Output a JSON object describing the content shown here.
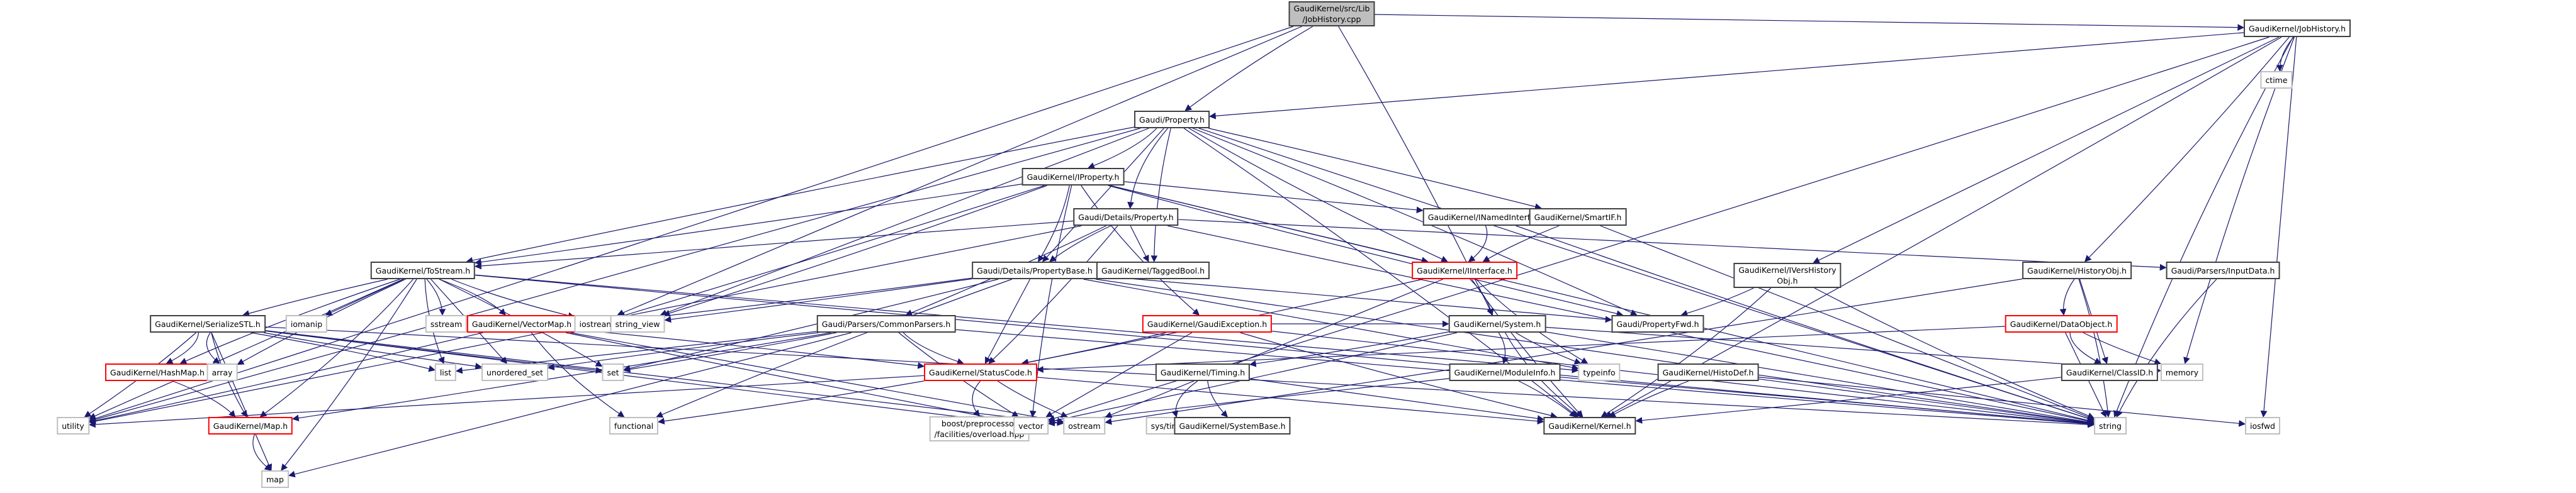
{
  "title": "GaudiKernel/src/Lib/JobHistory.cpp",
  "colors": {
    "edge": "#191970",
    "root_fill": "#bfbfbf",
    "red_border": "#ff0000",
    "ext_border": "#bfbfbf",
    "doc_border": "#404040"
  },
  "nodes": [
    {
      "id": "root",
      "label": "GaudiKernel/src/Lib\n/JobHistory.cpp",
      "kind": "root"
    },
    {
      "id": "jobhistory_h",
      "label": "GaudiKernel/JobHistory.h",
      "kind": "doc"
    },
    {
      "id": "ctime",
      "label": "ctime",
      "kind": "ext"
    },
    {
      "id": "property_h",
      "label": "Gaudi/Property.h",
      "kind": "doc"
    },
    {
      "id": "iproperty_h",
      "label": "GaudiKernel/IProperty.h",
      "kind": "doc"
    },
    {
      "id": "details_property_h",
      "label": "Gaudi/Details/Property.h",
      "kind": "doc"
    },
    {
      "id": "inamedinterface_h",
      "label": "GaudiKernel/INamedInterface.h",
      "kind": "doc"
    },
    {
      "id": "smartif_h",
      "label": "GaudiKernel/SmartIF.h",
      "kind": "doc"
    },
    {
      "id": "iinterface_h",
      "label": "GaudiKernel/IInterface.h",
      "kind": "red"
    },
    {
      "id": "iversh_h",
      "label": "GaudiKernel/IVersHistory\nObj.h",
      "kind": "doc"
    },
    {
      "id": "historyobj_h",
      "label": "GaudiKernel/HistoryObj.h",
      "kind": "doc"
    },
    {
      "id": "inputdata_h",
      "label": "Gaudi/Parsers/InputData.h",
      "kind": "doc"
    },
    {
      "id": "tostream_h",
      "label": "GaudiKernel/ToStream.h",
      "kind": "doc"
    },
    {
      "id": "propertybase_h",
      "label": "Gaudi/Details/PropertyBase.h",
      "kind": "doc"
    },
    {
      "id": "taggedbool_h",
      "label": "GaudiKernel/TaggedBool.h",
      "kind": "doc"
    },
    {
      "id": "serializestl_h",
      "label": "GaudiKernel/SerializeSTL.h",
      "kind": "doc"
    },
    {
      "id": "iomanip",
      "label": "iomanip",
      "kind": "ext"
    },
    {
      "id": "sstream",
      "label": "sstream",
      "kind": "ext"
    },
    {
      "id": "vectormap_h",
      "label": "GaudiKernel/VectorMap.h",
      "kind": "red"
    },
    {
      "id": "iostream",
      "label": "iostream",
      "kind": "ext"
    },
    {
      "id": "string_view",
      "label": "string_view",
      "kind": "ext"
    },
    {
      "id": "commonparsers_h",
      "label": "Gaudi/Parsers/CommonParsers.h",
      "kind": "doc"
    },
    {
      "id": "gaudiexception_h",
      "label": "GaudiKernel/GaudiException.h",
      "kind": "red"
    },
    {
      "id": "system_h",
      "label": "GaudiKernel/System.h",
      "kind": "doc"
    },
    {
      "id": "propertyfwd_h",
      "label": "Gaudi/PropertyFwd.h",
      "kind": "doc"
    },
    {
      "id": "dataobject_h",
      "label": "GaudiKernel/DataObject.h",
      "kind": "red"
    },
    {
      "id": "hashmap_h",
      "label": "GaudiKernel/HashMap.h",
      "kind": "red"
    },
    {
      "id": "array",
      "label": "array",
      "kind": "ext"
    },
    {
      "id": "list",
      "label": "list",
      "kind": "ext"
    },
    {
      "id": "unordered_set",
      "label": "unordered_set",
      "kind": "ext"
    },
    {
      "id": "set",
      "label": "set",
      "kind": "ext"
    },
    {
      "id": "statuscode_h",
      "label": "GaudiKernel/StatusCode.h",
      "kind": "red"
    },
    {
      "id": "timing_h",
      "label": "GaudiKernel/Timing.h",
      "kind": "doc"
    },
    {
      "id": "moduleinfo_h",
      "label": "GaudiKernel/ModuleInfo.h",
      "kind": "doc"
    },
    {
      "id": "typeinfo",
      "label": "typeinfo",
      "kind": "ext"
    },
    {
      "id": "histodef_h",
      "label": "GaudiKernel/HistoDef.h",
      "kind": "doc"
    },
    {
      "id": "classid_h",
      "label": "GaudiKernel/ClassID.h",
      "kind": "doc"
    },
    {
      "id": "memory",
      "label": "memory",
      "kind": "ext"
    },
    {
      "id": "utility",
      "label": "utility",
      "kind": "ext"
    },
    {
      "id": "map_h",
      "label": "GaudiKernel/Map.h",
      "kind": "red"
    },
    {
      "id": "functional",
      "label": "functional",
      "kind": "ext"
    },
    {
      "id": "boost_overload",
      "label": "boost/preprocessor\n/facilities/overload.hpp",
      "kind": "ext"
    },
    {
      "id": "vector",
      "label": "vector",
      "kind": "ext"
    },
    {
      "id": "ostream",
      "label": "ostream",
      "kind": "ext"
    },
    {
      "id": "systime_h",
      "label": "sys/time.h",
      "kind": "ext"
    },
    {
      "id": "systembase_h",
      "label": "GaudiKernel/SystemBase.h",
      "kind": "doc"
    },
    {
      "id": "kernel_h",
      "label": "GaudiKernel/Kernel.h",
      "kind": "doc"
    },
    {
      "id": "string",
      "label": "string",
      "kind": "ext"
    },
    {
      "id": "iosfwd",
      "label": "iosfwd",
      "kind": "ext"
    },
    {
      "id": "map",
      "label": "map",
      "kind": "ext"
    }
  ],
  "edges": [
    [
      "root",
      "jobhistory_h"
    ],
    [
      "root",
      "property_h"
    ],
    [
      "root",
      "iostream"
    ],
    [
      "root",
      "system_h"
    ],
    [
      "root",
      "utility"
    ],
    [
      "jobhistory_h",
      "property_h"
    ],
    [
      "jobhistory_h",
      "ctime"
    ],
    [
      "jobhistory_h",
      "iversh_h"
    ],
    [
      "jobhistory_h",
      "historyobj_h"
    ],
    [
      "jobhistory_h",
      "vector"
    ],
    [
      "jobhistory_h",
      "string"
    ],
    [
      "jobhistory_h",
      "memory"
    ],
    [
      "jobhistory_h",
      "iosfwd"
    ],
    [
      "jobhistory_h",
      "kernel_h"
    ],
    [
      "property_h",
      "iproperty_h"
    ],
    [
      "property_h",
      "details_property_h"
    ],
    [
      "property_h",
      "taggedbool_h"
    ],
    [
      "property_h",
      "propertybase_h"
    ],
    [
      "property_h",
      "smartif_h"
    ],
    [
      "property_h",
      "propertyfwd_h"
    ],
    [
      "property_h",
      "tostream_h"
    ],
    [
      "property_h",
      "string"
    ],
    [
      "property_h",
      "string_view"
    ],
    [
      "property_h",
      "utility"
    ],
    [
      "property_h",
      "kernel_h"
    ],
    [
      "property_h",
      "iinterface_h"
    ],
    [
      "iproperty_h",
      "inamedinterface_h"
    ],
    [
      "iproperty_h",
      "iinterface_h"
    ],
    [
      "iproperty_h",
      "propertybase_h"
    ],
    [
      "iproperty_h",
      "tostream_h"
    ],
    [
      "iproperty_h",
      "gaudiexception_h"
    ],
    [
      "iproperty_h",
      "vector"
    ],
    [
      "iproperty_h",
      "string"
    ],
    [
      "iproperty_h",
      "iostream"
    ],
    [
      "iproperty_h",
      "string_view"
    ],
    [
      "iproperty_h",
      "propertyfwd_h"
    ],
    [
      "details_property_h",
      "propertybase_h"
    ],
    [
      "details_property_h",
      "taggedbool_h"
    ],
    [
      "details_property_h",
      "commonparsers_h"
    ],
    [
      "details_property_h",
      "tostream_h"
    ],
    [
      "details_property_h",
      "inputdata_h"
    ],
    [
      "details_property_h",
      "string"
    ],
    [
      "details_property_h",
      "utility"
    ],
    [
      "details_property_h",
      "statuscode_h"
    ],
    [
      "inamedinterface_h",
      "iinterface_h"
    ],
    [
      "inamedinterface_h",
      "string"
    ],
    [
      "smartif_h",
      "iinterface_h"
    ],
    [
      "smartif_h",
      "string"
    ],
    [
      "iinterface_h",
      "system_h"
    ],
    [
      "iinterface_h",
      "statuscode_h"
    ],
    [
      "iinterface_h",
      "typeinfo"
    ],
    [
      "iinterface_h",
      "kernel_h"
    ],
    [
      "iinterface_h",
      "ostream"
    ],
    [
      "iversh_h",
      "propertyfwd_h"
    ],
    [
      "iversh_h",
      "kernel_h"
    ],
    [
      "iversh_h",
      "string"
    ],
    [
      "historyobj_h",
      "dataobject_h"
    ],
    [
      "historyobj_h",
      "classid_h"
    ],
    [
      "historyobj_h",
      "string"
    ],
    [
      "historyobj_h",
      "ostream"
    ],
    [
      "inputdata_h",
      "string"
    ],
    [
      "tostream_h",
      "serializestl_h"
    ],
    [
      "tostream_h",
      "iomanip"
    ],
    [
      "tostream_h",
      "sstream"
    ],
    [
      "tostream_h",
      "vectormap_h"
    ],
    [
      "tostream_h",
      "iostream"
    ],
    [
      "tostream_h",
      "list"
    ],
    [
      "tostream_h",
      "unordered_set"
    ],
    [
      "tostream_h",
      "set"
    ],
    [
      "tostream_h",
      "map_h"
    ],
    [
      "tostream_h",
      "hashmap_h"
    ],
    [
      "tostream_h",
      "array"
    ],
    [
      "tostream_h",
      "utility"
    ],
    [
      "tostream_h",
      "map"
    ],
    [
      "tostream_h",
      "string"
    ],
    [
      "tostream_h",
      "typeinfo"
    ],
    [
      "propertybase_h",
      "propertyfwd_h"
    ],
    [
      "propertybase_h",
      "statuscode_h"
    ],
    [
      "propertybase_h",
      "string_view"
    ],
    [
      "propertybase_h",
      "iostream"
    ],
    [
      "propertybase_h",
      "functional"
    ],
    [
      "propertybase_h",
      "string"
    ],
    [
      "propertybase_h",
      "typeinfo"
    ],
    [
      "propertybase_h",
      "set"
    ],
    [
      "serializestl_h",
      "hashmap_h"
    ],
    [
      "serializestl_h",
      "array"
    ],
    [
      "serializestl_h",
      "map_h"
    ],
    [
      "serializestl_h",
      "map"
    ],
    [
      "serializestl_h",
      "utility"
    ],
    [
      "serializestl_h",
      "list"
    ],
    [
      "serializestl_h",
      "unordered_set"
    ],
    [
      "serializestl_h",
      "set"
    ],
    [
      "serializestl_h",
      "vector"
    ],
    [
      "serializestl_h",
      "ostream"
    ],
    [
      "serializestl_h",
      "string"
    ],
    [
      "vectormap_h",
      "functional"
    ],
    [
      "vectormap_h",
      "vector"
    ],
    [
      "vectormap_h",
      "ostream"
    ],
    [
      "vectormap_h",
      "utility"
    ],
    [
      "vectormap_h",
      "statuscode_h"
    ],
    [
      "commonparsers_h",
      "statuscode_h"
    ],
    [
      "commonparsers_h",
      "vector"
    ],
    [
      "commonparsers_h",
      "list"
    ],
    [
      "commonparsers_h",
      "set"
    ],
    [
      "commonparsers_h",
      "map_h"
    ],
    [
      "commonparsers_h",
      "unordered_set"
    ],
    [
      "commonparsers_h",
      "string"
    ],
    [
      "commonparsers_h",
      "map"
    ],
    [
      "gaudiexception_h",
      "statuscode_h"
    ],
    [
      "gaudiexception_h",
      "system_h"
    ],
    [
      "gaudiexception_h",
      "kernel_h"
    ],
    [
      "gaudiexception_h",
      "string"
    ],
    [
      "gaudiexception_h",
      "vector"
    ],
    [
      "system_h",
      "moduleinfo_h"
    ],
    [
      "system_h",
      "timing_h"
    ],
    [
      "system_h",
      "kernel_h"
    ],
    [
      "system_h",
      "typeinfo"
    ],
    [
      "system_h",
      "string"
    ],
    [
      "system_h",
      "vector"
    ],
    [
      "system_h",
      "memory"
    ],
    [
      "dataobject_h",
      "classid_h"
    ],
    [
      "dataobject_h",
      "memory"
    ],
    [
      "dataobject_h",
      "string"
    ],
    [
      "dataobject_h",
      "statuscode_h"
    ],
    [
      "hashmap_h",
      "map_h"
    ],
    [
      "statuscode_h",
      "boost_overload"
    ],
    [
      "statuscode_h",
      "ostream"
    ],
    [
      "statuscode_h",
      "utility"
    ],
    [
      "statuscode_h",
      "kernel_h"
    ],
    [
      "statuscode_h",
      "functional"
    ],
    [
      "timing_h",
      "systime_h"
    ],
    [
      "timing_h",
      "systembase_h"
    ],
    [
      "timing_h",
      "kernel_h"
    ],
    [
      "moduleinfo_h",
      "kernel_h"
    ],
    [
      "moduleinfo_h",
      "string"
    ],
    [
      "moduleinfo_h",
      "vector"
    ],
    [
      "histodef_h",
      "kernel_h"
    ],
    [
      "histodef_h",
      "string"
    ],
    [
      "histodef_h",
      "iosfwd"
    ],
    [
      "classid_h",
      "kernel_h"
    ],
    [
      "map_h",
      "map"
    ]
  ]
}
